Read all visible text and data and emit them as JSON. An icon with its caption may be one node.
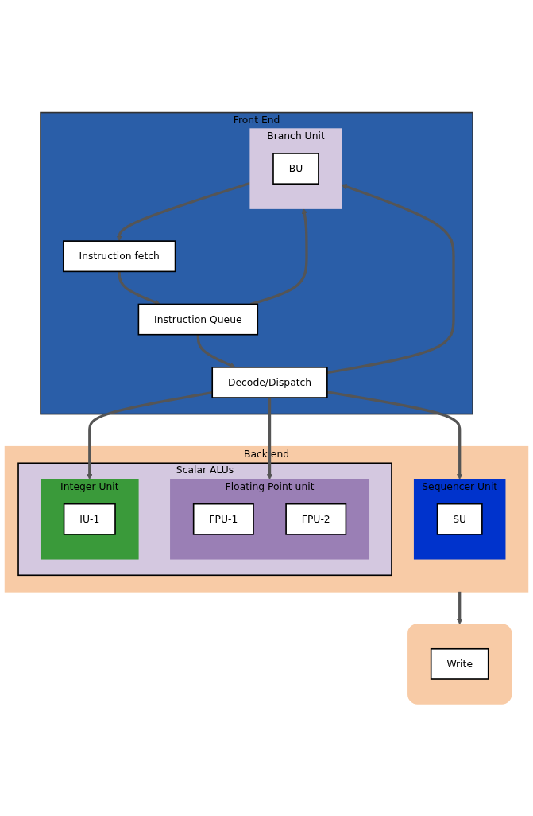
{
  "diagram": {
    "nodes": [
      {
        "text": [
          "Front End"
        ]
      },
      {
        "text": [
          "Instruction fetch"
        ],
        "in": 0
      },
      {
        "text": [
          "Instruction Queue"
        ],
        "in": 0
      },
      {
        "text": [
          "Decode/Dispatch"
        ],
        "in": 0
      },
      {
        "text": [
          "Branch Unit"
        ],
        "in": 0
      },
      {
        "text": [
          "BU"
        ],
        "in": 4
      },
      {
        "text": [
          "Back end"
        ]
      },
      {
        "text": [
          "Scalar ALUs"
        ],
        "in": 6
      },
      {
        "text": [
          "Floating Point unit"
        ],
        "in": 7
      },
      {
        "text": [
          "FPU-1"
        ],
        "in": 8
      },
      {
        "text": [
          "FPU-2"
        ],
        "in": 8
      },
      {
        "text": [
          "Integer Unit"
        ],
        "in": 7
      },
      {
        "text": [
          "IU-1"
        ],
        "in": 11
      },
      {
        "text": [
          "Sequencer Unit"
        ],
        "in": 6
      },
      {
        "text": [
          "SU"
        ],
        "in": 13
      },
      {
        "text": [],
        "shape": "box"
      },
      {
        "text": [
          "Write"
        ],
        "in": 15
      }
    ],
    "edges": [
      {
        "from": 1,
        "to": 2,
        "arrow": "to"
      },
      {
        "from": 4,
        "to": 1,
        "arrow": "to"
      },
      {
        "from": 2,
        "to": 4,
        "arrow": "to"
      },
      {
        "from": 2,
        "to": 3,
        "arrow": "to"
      },
      {
        "from": 3,
        "to": 4,
        "arrow": "to"
      },
      {
        "from": 3,
        "to": 8,
        "arrow": "to"
      },
      {
        "from": 3,
        "to": 11,
        "arrow": "to"
      },
      {
        "from": 3,
        "to": 13,
        "arrow": "to"
      },
      {
        "from": 6,
        "to": 15,
        "arrow": "to"
      }
    ]
  }
}
